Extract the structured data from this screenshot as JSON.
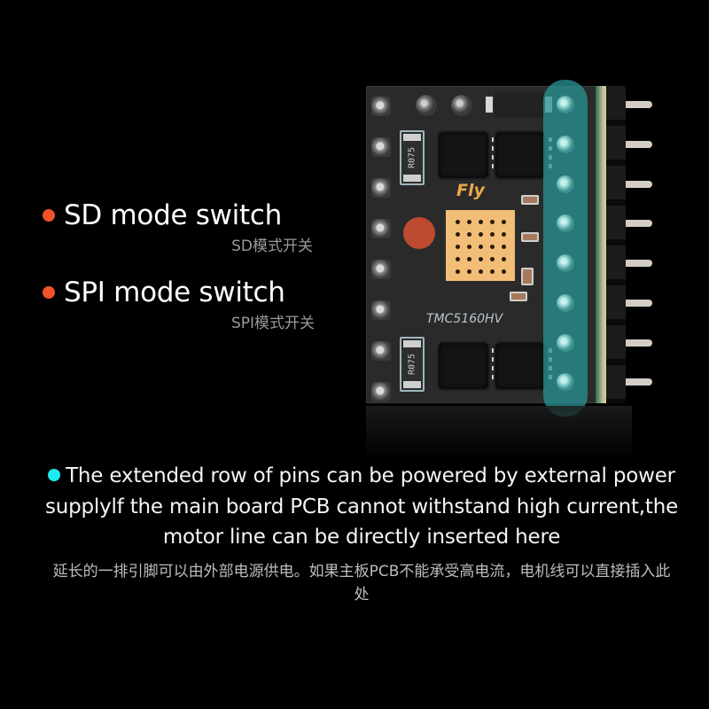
{
  "colors": {
    "background": "#000000",
    "bullet_orange": "#F0522A",
    "bullet_cyan": "#1EEBF2",
    "title_text": "#FFFFFF",
    "subtitle_text": "#9A9A9A",
    "highlight_strip": "#2A9696"
  },
  "features": [
    {
      "bullet_color": "#F0522A",
      "title": "SD mode switch",
      "subtitle": "SD模式开关"
    },
    {
      "bullet_color": "#F0522A",
      "title": "SPI mode switch",
      "subtitle": "SPI模式开关"
    }
  ],
  "product": {
    "brand_mark": "Fly",
    "chip_label": "TMC5160HV",
    "resistor_labels": [
      "R075",
      "R075"
    ],
    "header_pin_count": 8,
    "icon": "pcb-board-image"
  },
  "description": {
    "bullet_color": "#1EEBF2",
    "english": "The extended row of pins can be powered by external power supplylf the main board PCB cannot withstand high current,the motor line can be directly inserted here",
    "chinese": "延长的一排引脚可以由外部电源供电。如果主板PCB不能承受高电流，电机线可以直接插入此处"
  }
}
